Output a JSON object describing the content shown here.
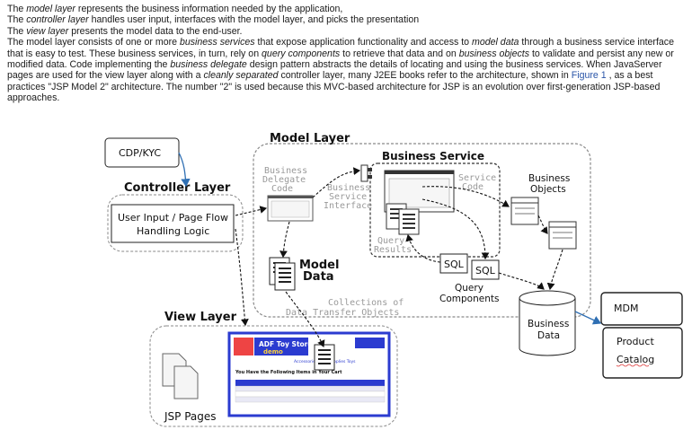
{
  "description": [
    [
      {
        "t": "The "
      },
      {
        "t": "model layer",
        "em": true
      },
      {
        "t": " represents the business information needed by the application,"
      }
    ],
    [
      {
        "t": "The "
      },
      {
        "t": "controller layer",
        "em": true
      },
      {
        "t": " handles user input, interfaces with the model layer, and picks the presentation"
      }
    ],
    [
      {
        "t": "The "
      },
      {
        "t": "view layer",
        "em": true
      },
      {
        "t": " presents the model data to the end-user."
      }
    ],
    [
      {
        "t": "The model layer consists of one or more "
      },
      {
        "t": "business services",
        "em": true
      },
      {
        "t": " that expose application functionality and access to "
      },
      {
        "t": "model data",
        "em": true
      },
      {
        "t": " through a business service interface that is easy to test. These business services, in turn, rely on "
      },
      {
        "t": "query components",
        "em": true
      },
      {
        "t": " to retrieve that data and on "
      },
      {
        "t": "business objects",
        "em": true
      },
      {
        "t": " to validate and persist any new or modified data. Code implementing the "
      },
      {
        "t": "business delegate",
        "em": true
      },
      {
        "t": " design pattern abstracts the details of locating and using the business services. When JavaServer pages are used for the view layer along with a "
      },
      {
        "t": "cleanly separated",
        "em": true
      },
      {
        "t": " controller layer, many J2EE books refer to the architecture, shown in "
      },
      {
        "t": "Figure 1",
        "link": true
      },
      {
        "t": " , as a best practices \"JSP Model 2\" architecture. The number \"2\" is used because this MVC-based architecture for JSP is an evolution over first-generation JSP-based approaches."
      }
    ]
  ],
  "diagram": {
    "cdp_kyc": "CDP/KYC",
    "model_layer": "Model Layer",
    "controller_layer": "Controller Layer",
    "controller_box": [
      "User Input / Page Flow",
      "Handling Logic"
    ],
    "business_delegate": [
      "Business",
      "Delegate",
      "Code"
    ],
    "business_service": "Business Service",
    "service_code": [
      "Service",
      "Code"
    ],
    "service_interface": [
      "Business",
      "Service",
      "Interface"
    ],
    "business_objects": [
      "Business",
      "Objects"
    ],
    "query_results": [
      "Query",
      "Results"
    ],
    "sql": "SQL",
    "query_components": [
      "Query",
      "Components"
    ],
    "model_data": [
      "Model",
      "Data"
    ],
    "dto": [
      "Collections of",
      "Data Transfer Objects"
    ],
    "business_data": [
      "Business",
      "Data"
    ],
    "mdm": "MDM",
    "product_catalog": [
      "Product",
      "Catalog"
    ],
    "view_layer": "View Layer",
    "jsp_pages": "JSP Pages",
    "screen_title": [
      "ADF Toy Store",
      "demo"
    ],
    "screen_caption": "You Have the Following Items in Your Cart",
    "screen_nav": "Accessories Dog Supplies Toys"
  },
  "colors": {
    "accent_blue": "#2f6fb3",
    "screen_blue": "#2b3bd0",
    "dashed_border": "#8a8a8a"
  }
}
